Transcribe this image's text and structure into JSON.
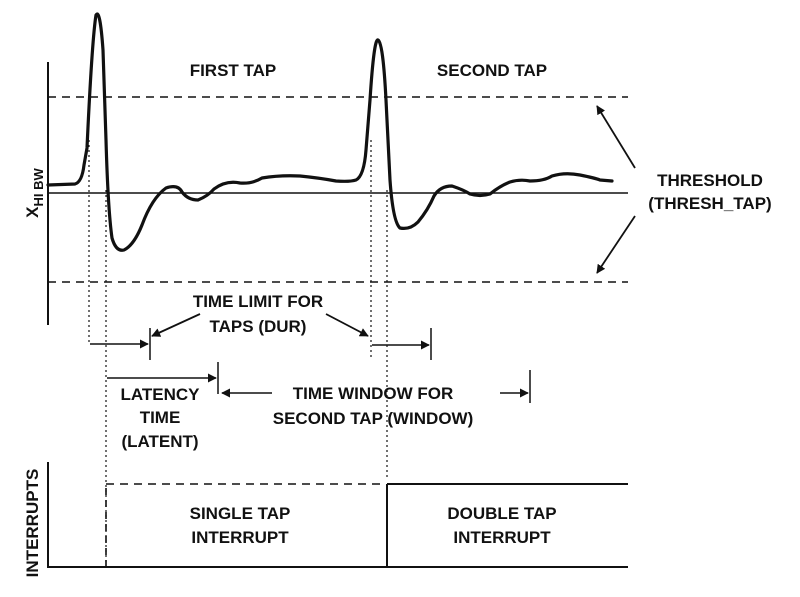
{
  "labels": {
    "first_tap": "FIRST TAP",
    "second_tap": "SECOND TAP",
    "threshold_1": "THRESHOLD",
    "threshold_2": "(THRESH_TAP)",
    "y_axis_main": "X",
    "y_axis_sub": "HI BW",
    "dur_1": "TIME LIMIT FOR",
    "dur_2": "TAPS (DUR)",
    "latency_1": "LATENCY",
    "latency_2": "TIME",
    "latency_3": "(LATENT)",
    "window_1": "TIME WINDOW FOR",
    "window_2": "SECOND TAP (WINDOW)",
    "interrupts_axis": "INTERRUPTS",
    "single_1": "SINGLE TAP",
    "single_2": "INTERRUPT",
    "double_1": "DOUBLE TAP",
    "double_2": "INTERRUPT"
  },
  "colors": {
    "ink": "#111111",
    "background": "#ffffff"
  }
}
